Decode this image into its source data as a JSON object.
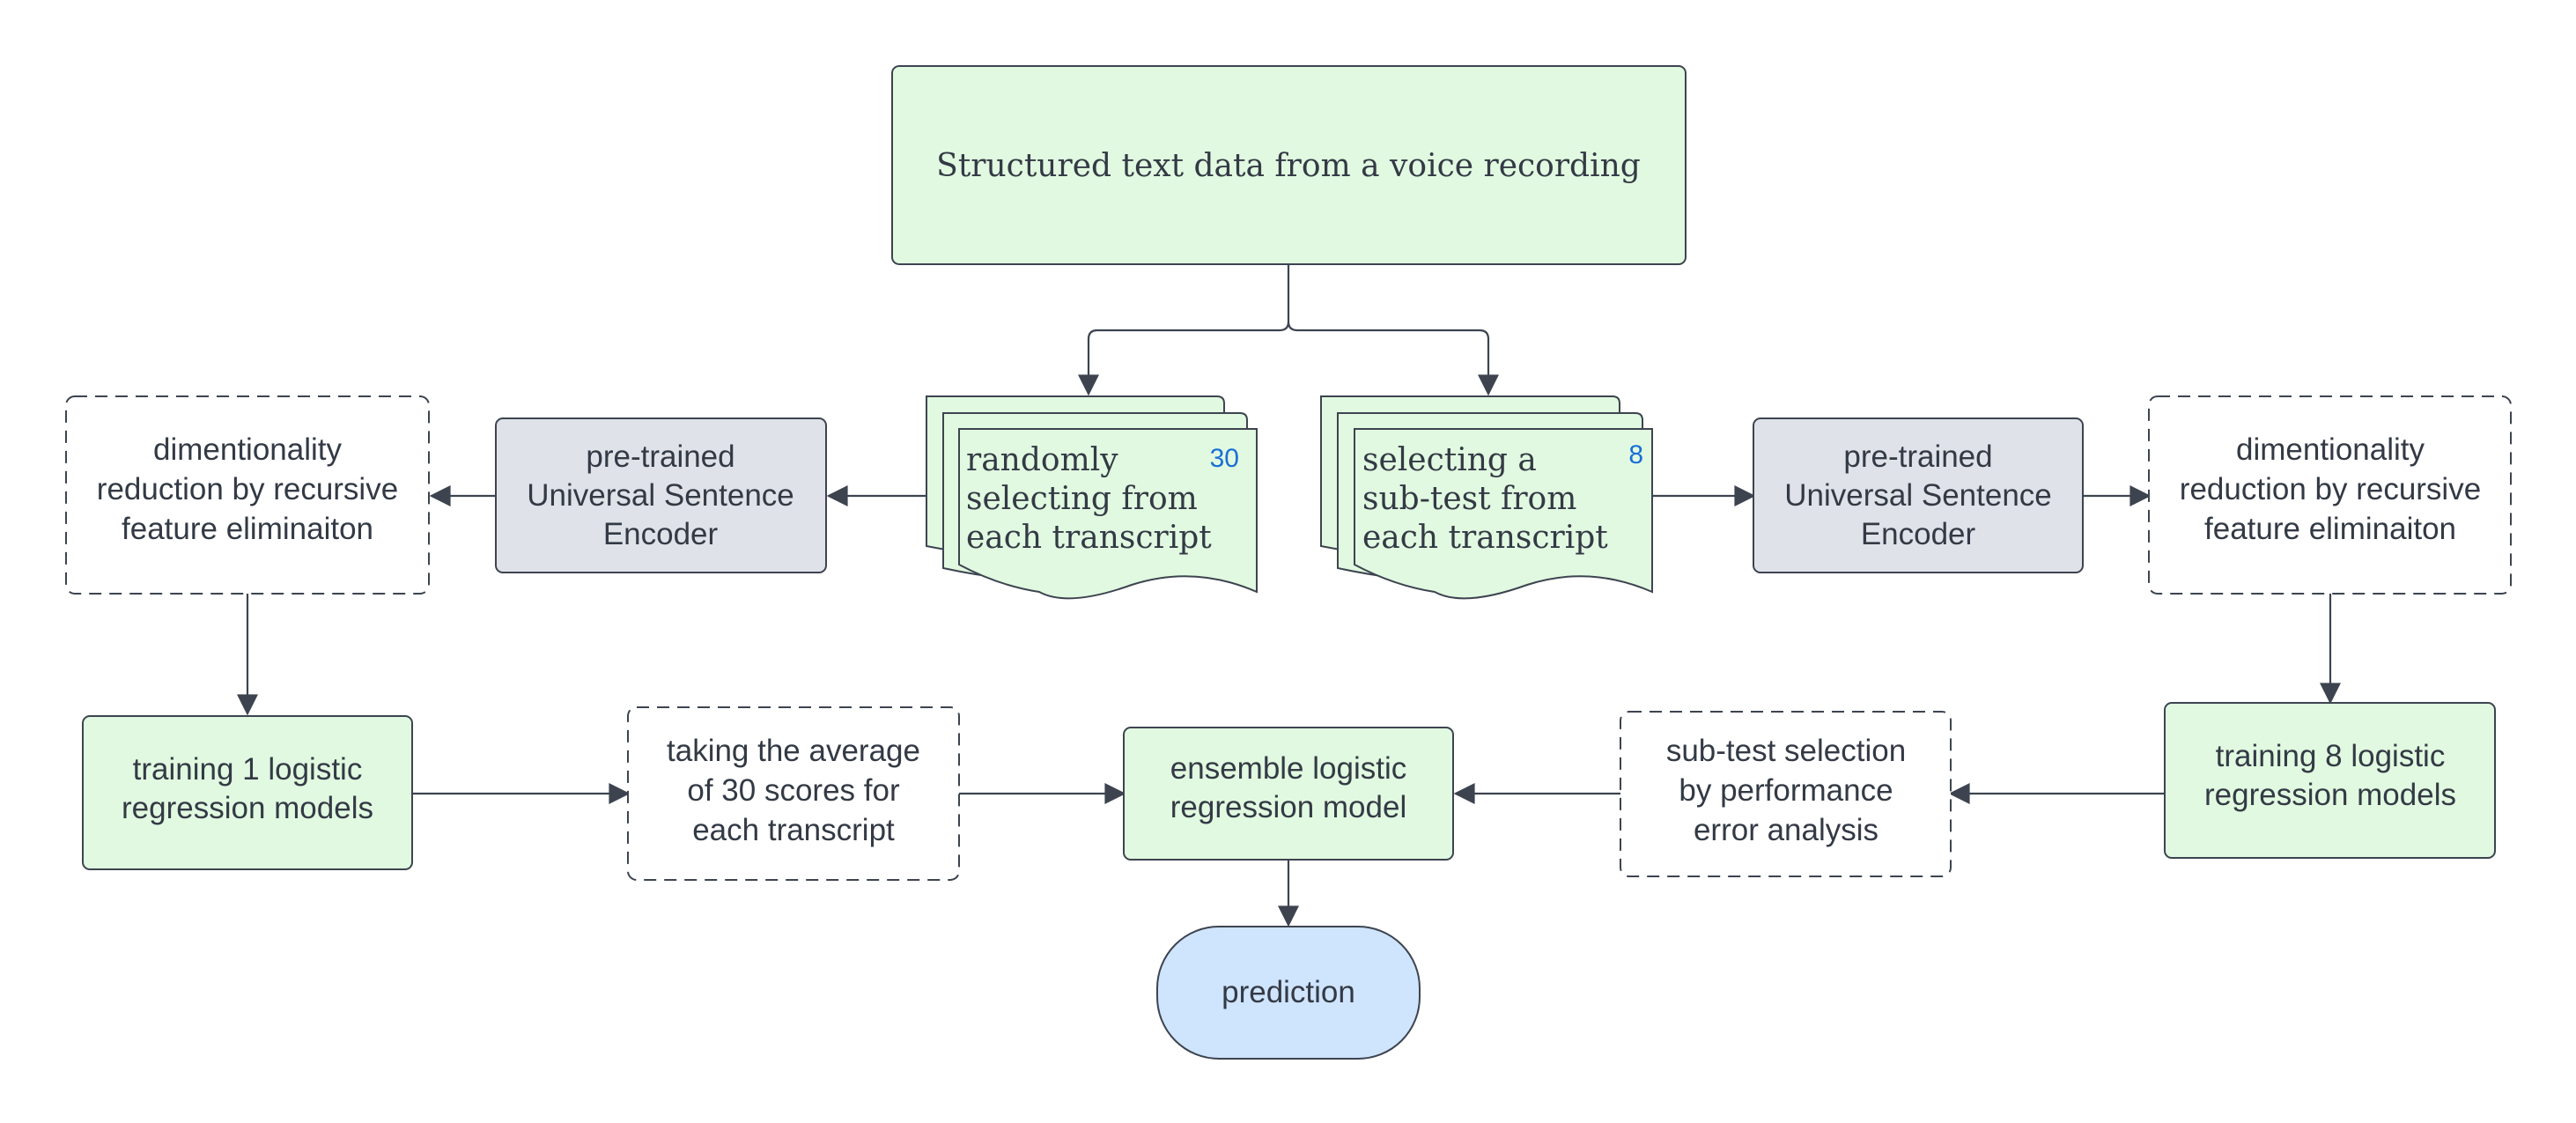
{
  "nodes": {
    "source": [
      "Structured text data from a voice recording"
    ],
    "random_doc": [
      "randomly",
      "selecting from",
      "each transcript"
    ],
    "random_count": "30",
    "subtest_doc": [
      "selecting a",
      "sub-test from",
      "each transcript"
    ],
    "subtest_count": "8",
    "encoder_left": [
      "pre-trained",
      "Universal Sentence",
      "Encoder"
    ],
    "encoder_right": [
      "pre-trained",
      "Universal Sentence",
      "Encoder"
    ],
    "rfe_left": [
      "dimentionality",
      "reduction by recursive",
      "feature eliminaiton"
    ],
    "rfe_right": [
      "dimentionality",
      "reduction by recursive",
      "feature eliminaiton"
    ],
    "train_left": [
      "training 1 logistic",
      "regression models"
    ],
    "train_right": [
      "training 8 logistic",
      "regression models"
    ],
    "average": [
      "taking the average",
      "of 30 scores for",
      "each transcript"
    ],
    "subtest_selection": [
      "sub-test selection",
      "by performance",
      "error analysis"
    ],
    "ensemble": [
      "ensemble logistic",
      "regression model"
    ],
    "prediction": [
      "prediction"
    ]
  },
  "colors": {
    "process_green": "#e1f9e0",
    "encoder_grey": "#dfe2e8",
    "terminal_blue": "#cfe4fd",
    "stroke": "#3d4450",
    "count_badge": "#1a6fd6"
  }
}
